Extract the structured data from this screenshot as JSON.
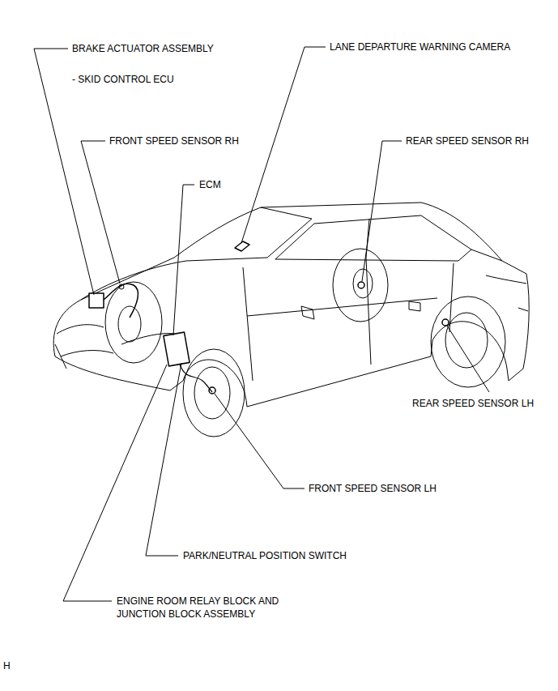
{
  "diagram": {
    "labels": [
      "BRAKE ACTUATOR ASSEMBLY",
      "- SKID CONTROL ECU",
      "FRONT SPEED SENSOR RH",
      "ECM",
      "LANE DEPARTURE WARNING CAMERA",
      "REAR SPEED SENSOR RH",
      "REAR SPEED SENSOR LH",
      "FRONT SPEED SENSOR LH",
      "PARK/NEUTRAL POSITION SWITCH",
      "ENGINE ROOM RELAY BLOCK AND JUNCTION BLOCK ASSEMBLY",
      "H"
    ]
  }
}
